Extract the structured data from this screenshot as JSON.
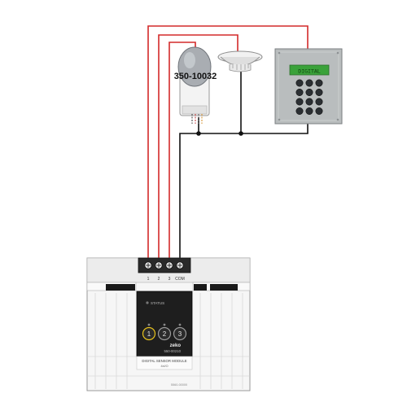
{
  "pir_sensor": {
    "model": "350-10032"
  },
  "keypad": {
    "display_text": "DIGITAL",
    "keys": [
      "",
      "",
      "",
      "",
      "",
      "",
      "",
      "",
      "",
      "",
      "",
      ""
    ]
  },
  "module": {
    "terminals": [
      "1",
      "2",
      "3",
      "COM"
    ],
    "status_label": "STATUS",
    "buttons": [
      "1",
      "2",
      "3"
    ],
    "brand": "zeko",
    "part_number": "550-00210",
    "name": "DIGITAL SENSOR MODULE",
    "sub_name": "4xI/O",
    "footer_code": "5560-00000"
  },
  "colors": {
    "signal_wire": "#d42a2a",
    "common_wire": "#111111",
    "lcd": "#3aa23a",
    "panel": "#b9bdbe",
    "button_active": "#e7c21c"
  }
}
